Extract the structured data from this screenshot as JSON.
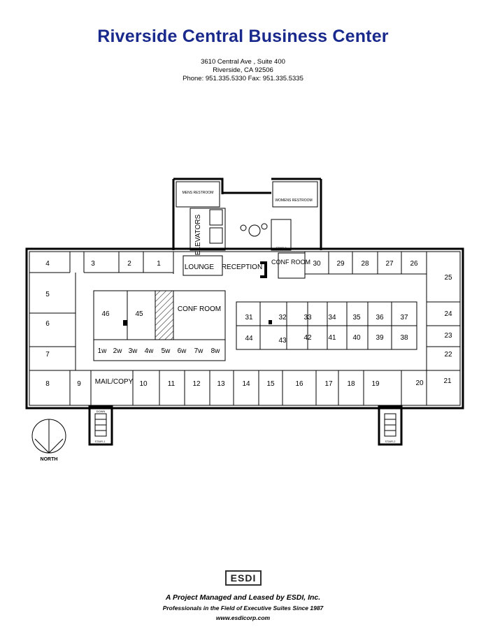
{
  "header": {
    "title": "Riverside Central Business Center",
    "address_line1": "3610 Central Ave , Suite 400",
    "address_line2": "Riverside, CA 92506",
    "contact": "Phone: 951.335.5330  Fax: 951.335.5335"
  },
  "plan": {
    "labels": {
      "mens_restroom": "MENS RESTROOM",
      "womens_restroom": "WOMENS RESTROOM",
      "elevators": "ELEVATORS",
      "lounge": "LOUNGE",
      "reception": "RECEPTION",
      "conf_room_top": "CONF ROOM",
      "conf_room_inner": "CONF ROOM",
      "mail_copy": "MAIL/COPY",
      "stair_1": "STAIR-1",
      "stair_2": "STAIR-2",
      "stair_3": "STAIR-3",
      "down": "DOWN",
      "north": "NORTH"
    },
    "offices": [
      "1",
      "2",
      "3",
      "4",
      "5",
      "6",
      "7",
      "8",
      "9",
      "10",
      "11",
      "12",
      "13",
      "14",
      "15",
      "16",
      "17",
      "18",
      "19",
      "20",
      "21",
      "22",
      "23",
      "24",
      "25",
      "26",
      "27",
      "28",
      "29",
      "30",
      "31",
      "32",
      "33",
      "34",
      "35",
      "36",
      "37",
      "38",
      "39",
      "40",
      "41",
      "42",
      "43",
      "44",
      "45",
      "46"
    ],
    "workstations": [
      "1w",
      "2w",
      "3w",
      "4w",
      "5w",
      "6w",
      "7w",
      "8w"
    ]
  },
  "footer": {
    "logo_text": "ESDI",
    "line1": "A Project Managed and Leased by ESDI, Inc.",
    "line2": "Professionals in the Field of Executive Suites Since 1987",
    "line3": "www.esdicorp.com"
  }
}
